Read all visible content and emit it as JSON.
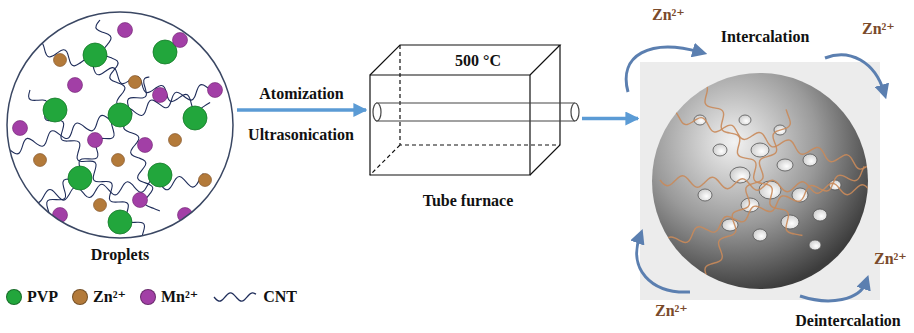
{
  "diagram": {
    "nodes": [
      {
        "text": [
          "Droplets"
        ]
      },
      {
        "text": [
          "500 °C",
          "Tube furnace"
        ]
      },
      {
        "text": [
          "Intercalation",
          "Deintercalation"
        ]
      }
    ],
    "edges": [
      {
        "from": 0,
        "to": 1,
        "arrow": "to",
        "label": "Atomization"
      },
      {
        "from": 1,
        "to": 2,
        "arrow": "to"
      }
    ],
    "labels": [
      "Ultrasonication",
      "Zn²⁺",
      "Zn²⁺",
      "Zn²⁺",
      "Zn²⁺"
    ],
    "legend": [
      {
        "text": "PVP",
        "color": "#22a63c"
      },
      {
        "text": "Zn²⁺",
        "color": "#b37a3a"
      },
      {
        "text": "Mn²⁺",
        "color": "#a23fa6"
      },
      {
        "text": "CNT"
      }
    ]
  }
}
